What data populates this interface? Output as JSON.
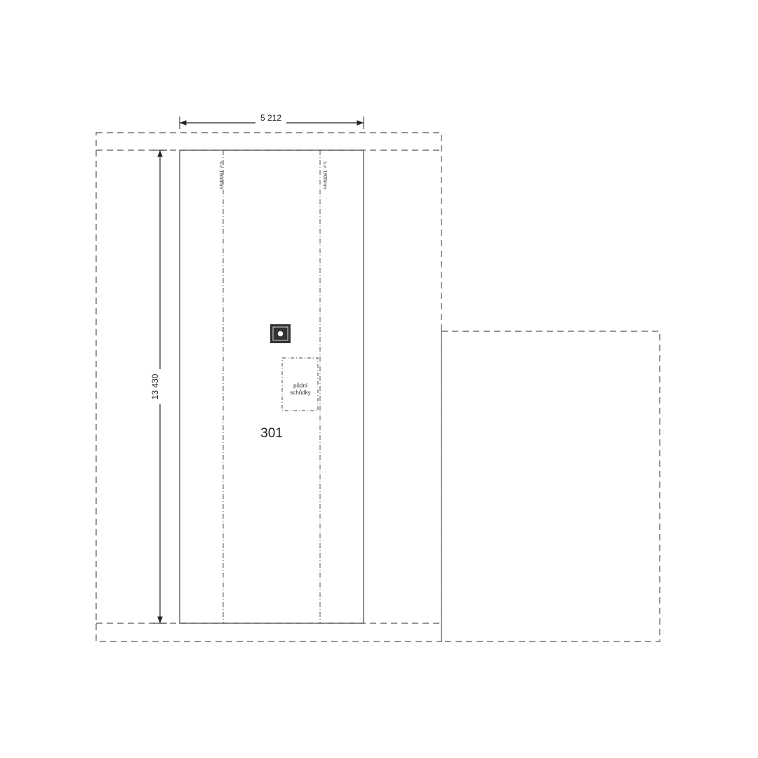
{
  "drawing": {
    "dimension_width": "5 212",
    "dimension_height": "13 430",
    "line_label_left": "s.v. 1900mm",
    "line_label_right": "s.v. 1900mm",
    "hatch_label_line1": "půdní",
    "hatch_label_line2": "schůdky",
    "room_number": "301"
  },
  "colors": {
    "line": "#444444",
    "dashed": "#555555",
    "marker_fill": "#333333"
  }
}
